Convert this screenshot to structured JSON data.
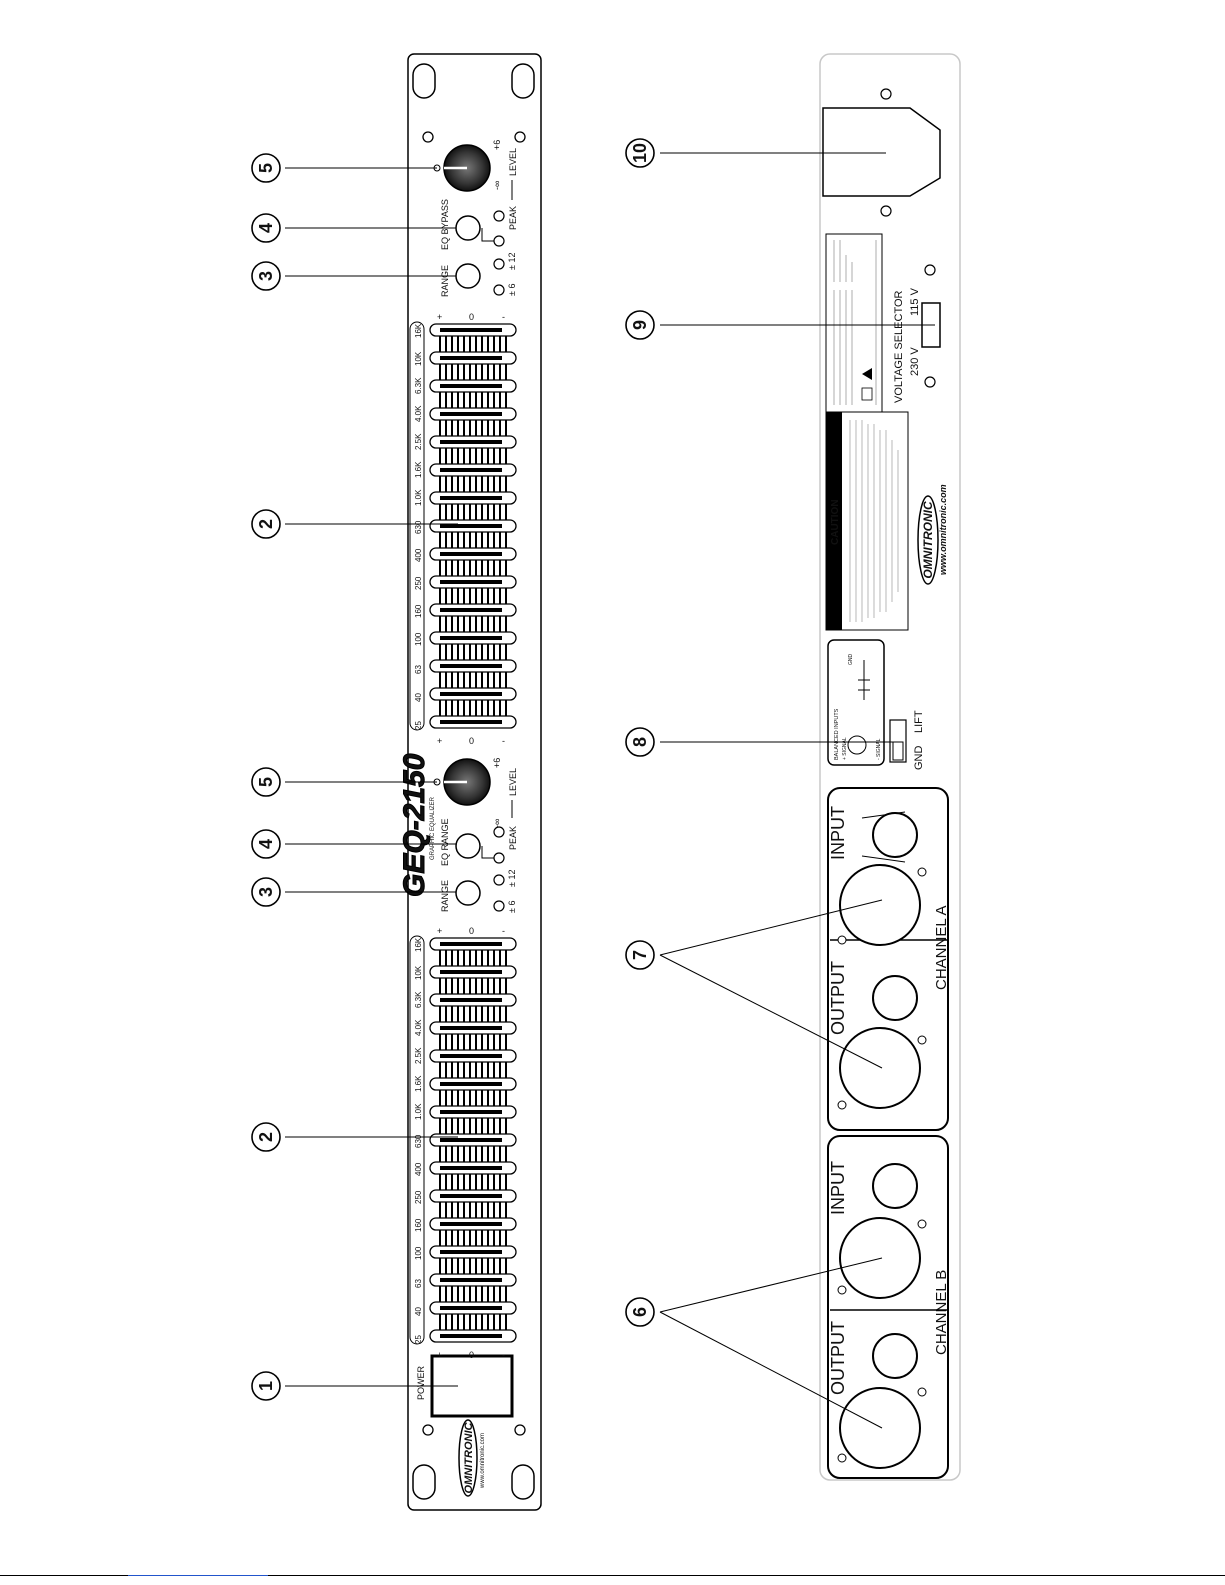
{
  "callouts": [
    "1",
    "2",
    "3",
    "4",
    "5",
    "6",
    "7",
    "8",
    "9",
    "10"
  ],
  "front": {
    "brand": "OMNITRONIC",
    "url": "www.omnitronic.com",
    "model": "GEQ-2150",
    "model_sub": "GRAPHIC EQUALIZER",
    "power": "POWER",
    "freqs": [
      "25",
      "40",
      "63",
      "100",
      "160",
      "250",
      "400",
      "630",
      "1.0K",
      "1.6K",
      "2.5K",
      "4.0K",
      "6.3K",
      "10K",
      "16K"
    ],
    "fader_plus": "+",
    "fader_zero": "0",
    "fader_minus": "-",
    "range": "RANGE",
    "eq_range": "EQ RANGE",
    "eq_bypass": "EQ BYPASS",
    "plus6": "± 6",
    "plus12": "± 12",
    "peak": "PEAK",
    "level": "LEVEL",
    "level_min": "-∞",
    "level_max": "+6"
  },
  "rear": {
    "output": "OUTPUT",
    "input": "INPUT",
    "channel_a": "CHANNEL A",
    "channel_b": "CHANNEL B",
    "balanced": "BALANCED INPUTS",
    "signal_p": "+ SIGNAL",
    "signal_m": "- SIGNAL",
    "gnd_lbl": "GND",
    "gnd": "GND",
    "lift": "LIFT",
    "caution": "CAUTION",
    "voltage_selector": "VOLTAGE SELECTOR",
    "v230": "230 V",
    "v115": "115 V",
    "brand": "OMNITRONIC",
    "url": "www.omnitronic.com"
  }
}
